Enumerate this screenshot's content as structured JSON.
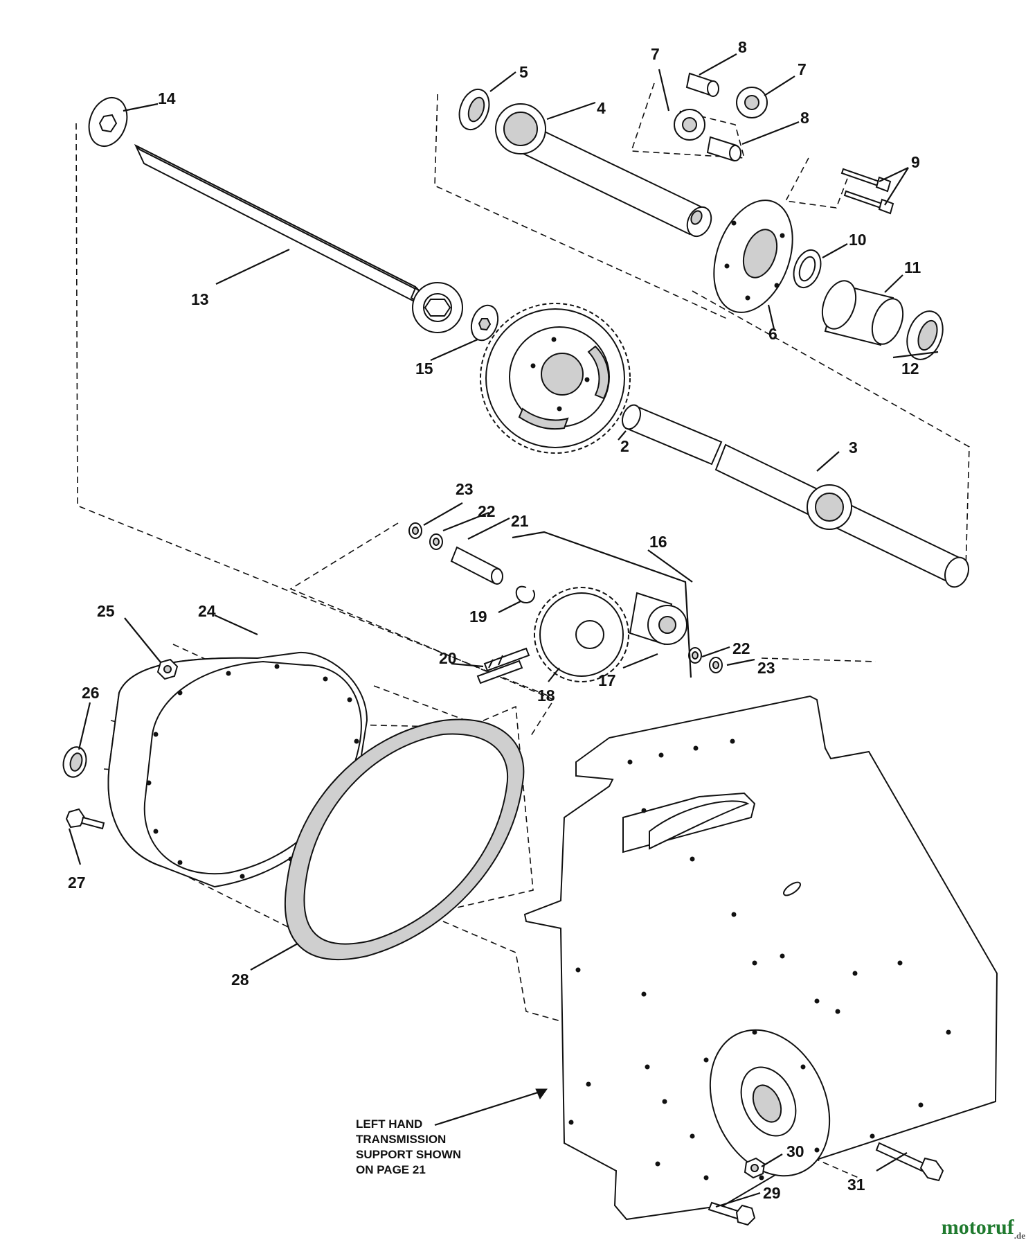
{
  "callouts": [
    {
      "id": "2",
      "label": "2"
    },
    {
      "id": "3",
      "label": "3"
    },
    {
      "id": "4",
      "label": "4"
    },
    {
      "id": "5",
      "label": "5"
    },
    {
      "id": "6",
      "label": "6"
    },
    {
      "id": "7a",
      "label": "7"
    },
    {
      "id": "7b",
      "label": "7"
    },
    {
      "id": "8a",
      "label": "8"
    },
    {
      "id": "8b",
      "label": "8"
    },
    {
      "id": "9",
      "label": "9"
    },
    {
      "id": "10",
      "label": "10"
    },
    {
      "id": "11",
      "label": "11"
    },
    {
      "id": "12",
      "label": "12"
    },
    {
      "id": "13",
      "label": "13"
    },
    {
      "id": "14",
      "label": "14"
    },
    {
      "id": "15",
      "label": "15"
    },
    {
      "id": "16",
      "label": "16"
    },
    {
      "id": "17",
      "label": "17"
    },
    {
      "id": "18",
      "label": "18"
    },
    {
      "id": "19",
      "label": "19"
    },
    {
      "id": "20",
      "label": "20"
    },
    {
      "id": "21",
      "label": "21"
    },
    {
      "id": "22a",
      "label": "22"
    },
    {
      "id": "22b",
      "label": "22"
    },
    {
      "id": "23a",
      "label": "23"
    },
    {
      "id": "23b",
      "label": "23"
    },
    {
      "id": "24",
      "label": "24"
    },
    {
      "id": "25",
      "label": "25"
    },
    {
      "id": "26",
      "label": "26"
    },
    {
      "id": "27",
      "label": "27"
    },
    {
      "id": "28",
      "label": "28"
    },
    {
      "id": "29",
      "label": "29"
    },
    {
      "id": "30",
      "label": "30"
    },
    {
      "id": "31",
      "label": "31"
    }
  ],
  "note": {
    "lines": [
      "LEFT HAND",
      "TRANSMISSION",
      "SUPPORT SHOWN",
      "ON PAGE 21"
    ]
  },
  "watermark": {
    "brand": "motoruf",
    "suffix": ".de"
  }
}
